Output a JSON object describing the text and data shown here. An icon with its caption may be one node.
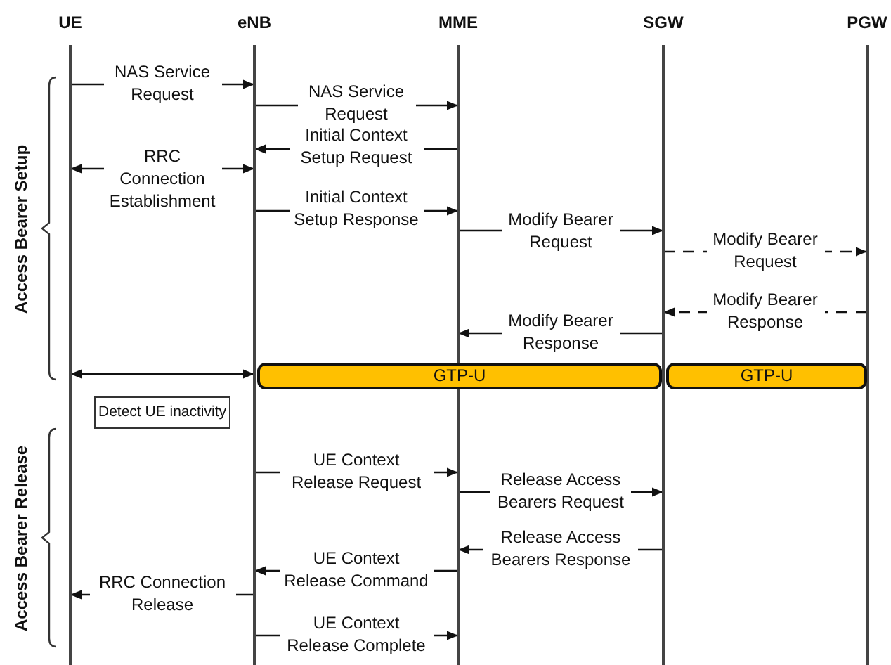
{
  "diagram": {
    "nodes": [
      {
        "text": [
          "UE"
        ]
      },
      {
        "text": [
          "eNB"
        ]
      },
      {
        "text": [
          "MME"
        ]
      },
      {
        "text": [
          "SGW"
        ]
      },
      {
        "text": [
          "PGW"
        ]
      },
      {
        "text": [
          "GTP-U"
        ]
      },
      {
        "text": [
          "GTP-U"
        ]
      },
      {
        "text": [
          "Detect UE inactivity"
        ]
      }
    ],
    "edges": [
      {
        "from": 0,
        "to": 1,
        "arrow": "to",
        "label": "NAS Service Request"
      },
      {
        "from": 1,
        "to": 2,
        "arrow": "to",
        "label": "NAS Service Request"
      },
      {
        "from": 2,
        "to": 1,
        "arrow": "to",
        "label": "Initial Context Setup Request"
      },
      {
        "from": 0,
        "to": 1,
        "arrow": "both",
        "label": "RRC Connection Establishment"
      },
      {
        "from": 1,
        "to": 2,
        "arrow": "to",
        "label": "Initial Context Setup Response"
      },
      {
        "from": 2,
        "to": 3,
        "arrow": "to",
        "label": "Modify Bearer Request"
      },
      {
        "from": 3,
        "to": 4,
        "arrow": "to",
        "label": "Modify Bearer Request",
        "style": "dashed"
      },
      {
        "from": 4,
        "to": 3,
        "arrow": "to",
        "label": "Modify Bearer Response",
        "style": "dashed"
      },
      {
        "from": 3,
        "to": 2,
        "arrow": "to",
        "label": "Modify Bearer Response"
      },
      {
        "from": 0,
        "to": 1,
        "arrow": "both"
      },
      {
        "from": 1,
        "to": 2,
        "arrow": "to",
        "label": "UE Context Release Request"
      },
      {
        "from": 2,
        "to": 3,
        "arrow": "to",
        "label": "Release Access Bearers Request"
      },
      {
        "from": 3,
        "to": 2,
        "arrow": "to",
        "label": "Release Access Bearers Response"
      },
      {
        "from": 2,
        "to": 1,
        "arrow": "to",
        "label": "UE Context Release Command"
      },
      {
        "from": 1,
        "to": 0,
        "arrow": "to",
        "label": "RRC Connection Release"
      },
      {
        "from": 1,
        "to": 2,
        "arrow": "to",
        "label": "UE Context Release Complete"
      }
    ],
    "labels": [
      "Access Bearer Setup",
      "Access Bearer Release"
    ]
  }
}
